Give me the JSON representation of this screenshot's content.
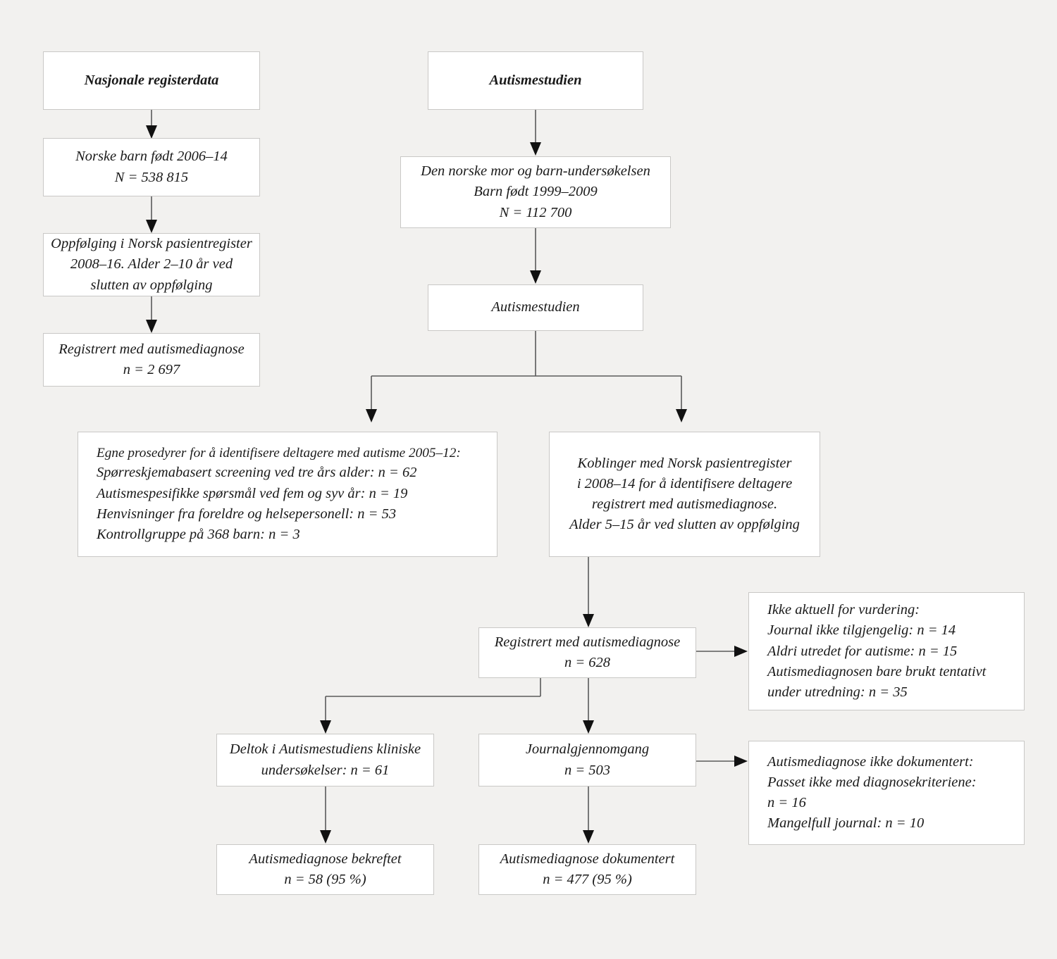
{
  "diagram": {
    "title_left": "Nasjonale registerdata",
    "title_right": "Autismestudien",
    "background_color": "#f2f1ef",
    "box_fill": "#ffffff",
    "box_border": "#c9c8c6",
    "connector_color": "#5a5a5a"
  },
  "boxes": {
    "nasjonale_registerdata": {
      "label": "Nasjonale registerdata"
    },
    "norske_barn": {
      "line1": "Norske barn født 2006–14",
      "line2": "N = 538 815"
    },
    "oppfolging_npr": {
      "line1": "Oppfølging i Norsk pasientregister",
      "line2": "2008–16. Alder 2–10 år ved",
      "line3": "slutten av oppfølging"
    },
    "registrert_autismediagnose_left": {
      "line1": "Registrert med autismediagnose",
      "line2": "n = 2 697"
    },
    "autismestudien_top": {
      "label": "Autismestudien"
    },
    "moba": {
      "line1": "Den norske mor og barn-undersøkelsen",
      "line2": "Barn født 1999–2009",
      "line3": "N = 112 700"
    },
    "autismestudien_mid": {
      "label": "Autismestudien"
    },
    "egne_prosedyrer": {
      "line1": "Egne prosedyrer for å identifisere deltagere med autisme 2005–12:",
      "line2": "Spørreskjemabasert screening ved tre års alder: n = 62",
      "line3": "Autismespesifikke spørsmål ved fem og syv år: n = 19",
      "line4": "Henvisninger fra foreldre og helsepersonell: n = 53",
      "line5": "Kontrollgruppe på 368 barn: n  =  3"
    },
    "koblinger_npr": {
      "line1": "Koblinger med Norsk pasientregister",
      "line2": "i 2008–14 for å identifisere deltagere",
      "line3": "registrert med autismediagnose.",
      "line4": "Alder 5–15 år ved slutten av oppfølging"
    },
    "registrert_autismediagnose_628": {
      "line1": "Registrert med autismediagnose",
      "line2": "n = 628"
    },
    "ikke_aktuell": {
      "line1": "Ikke aktuell for vurdering:",
      "line2": "Journal ikke tilgjengelig: n = 14",
      "line3": "Aldri utredet for autisme: n = 15",
      "line4": "Autismediagnosen bare brukt tentativt",
      "line5": "under utredning: n = 35"
    },
    "deltok_kliniske": {
      "line1": "Deltok i Autismestudiens kliniske",
      "line2": "undersøkelser: n = 61"
    },
    "journalgjennomgang": {
      "line1": "Journalgjennomgang",
      "line2": "n = 503"
    },
    "ikke_dokumentert": {
      "line1": "Autismediagnose ikke dokumentert:",
      "line2": "Passet ikke med diagnosekriteriene:",
      "line3": "n = 16",
      "line4": "Mangelfull journal: n = 10"
    },
    "autismediagnose_bekreftet": {
      "line1": "Autismediagnose bekreftet",
      "line2": "n = 58 (95 %)"
    },
    "autismediagnose_dokumentert": {
      "line1": "Autismediagnose dokumentert",
      "line2": "n = 477 (95 %)"
    }
  }
}
